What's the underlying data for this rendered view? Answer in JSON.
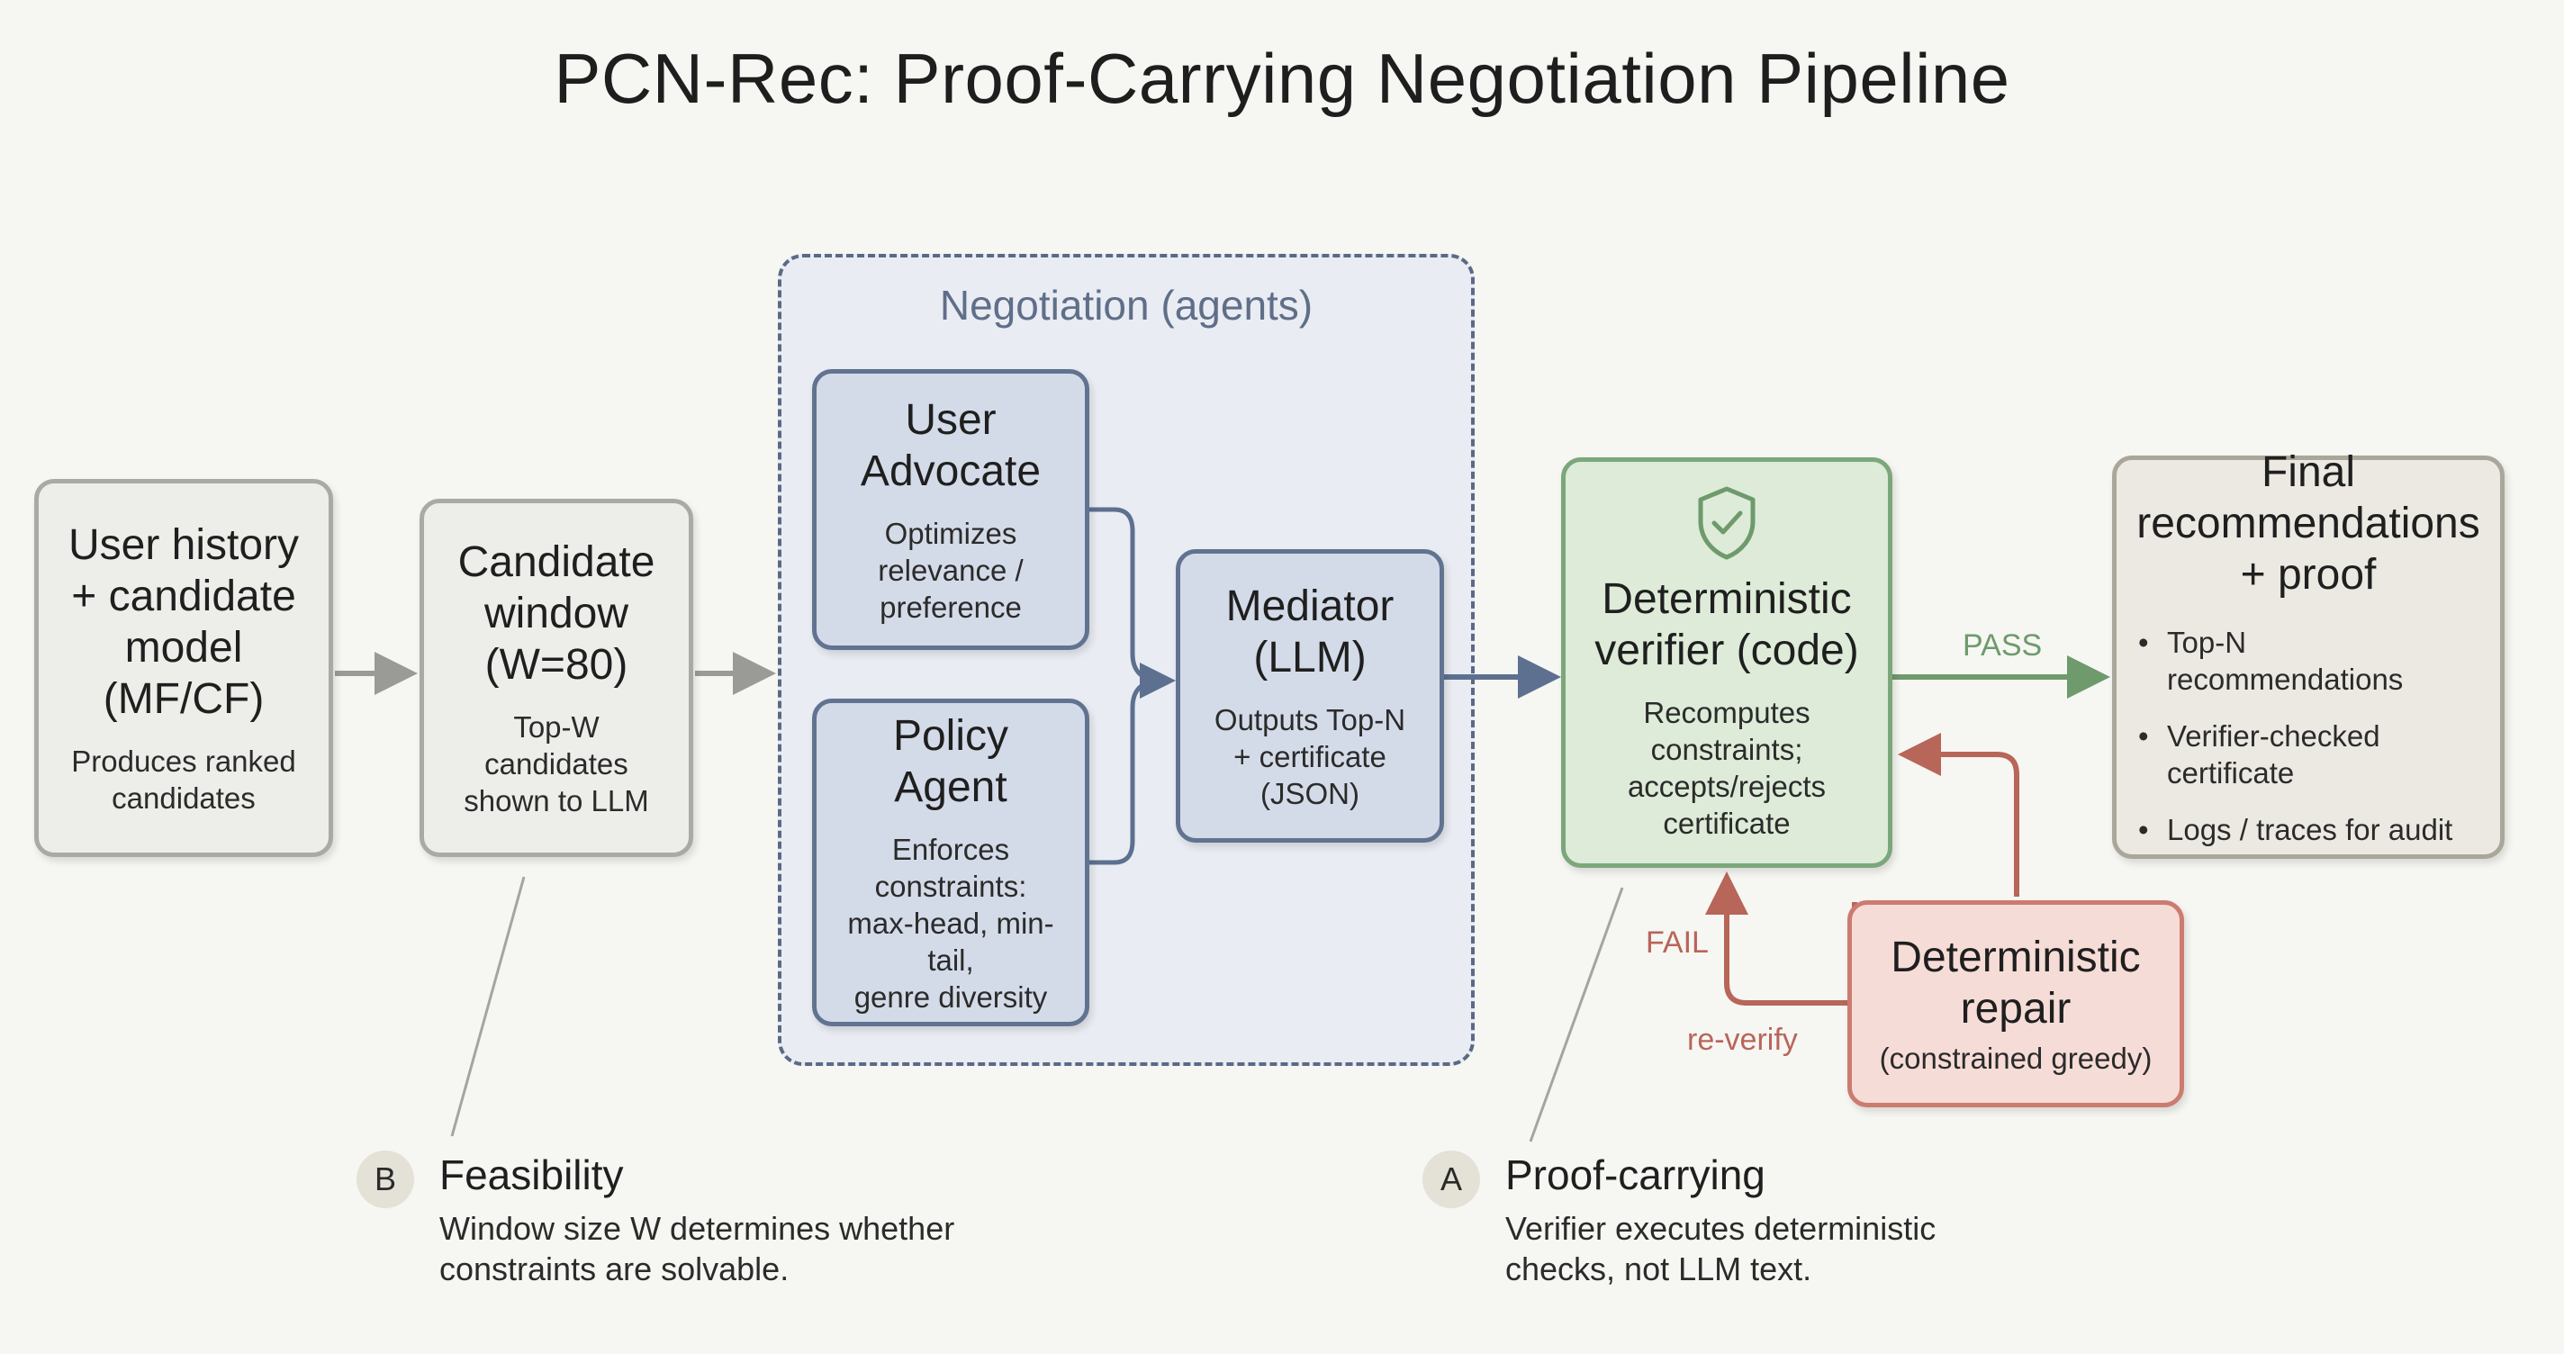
{
  "title": "PCN-Rec: Proof-Carrying Negotiation Pipeline",
  "group": {
    "title": "Negotiation (agents)"
  },
  "nodes": {
    "user_history": {
      "title": "User history\n+ candidate\nmodel\n(MF/CF)",
      "desc": "Produces ranked\ncandidates"
    },
    "candidate_window": {
      "title": "Candidate\nwindow\n(W=80)",
      "desc": "Top-W\ncandidates\nshown to LLM"
    },
    "user_advocate": {
      "title": "User\nAdvocate",
      "desc": "Optimizes\nrelevance /\npreference"
    },
    "policy_agent": {
      "title": "Policy\nAgent",
      "desc": "Enforces\nconstraints:\nmax-head, min-tail,\ngenre diversity"
    },
    "mediator": {
      "title": "Mediator\n(LLM)",
      "desc": "Outputs Top-N\n+ certificate\n(JSON)"
    },
    "verifier": {
      "title": "Deterministic\nverifier (code)",
      "desc": "Recomputes\nconstraints;\naccepts/rejects\ncertificate",
      "icon": "shield-check-icon"
    },
    "repair": {
      "title": "Deterministic\nrepair",
      "desc": "(constrained greedy)"
    },
    "final": {
      "title": "Final\nrecommendations\n+ proof",
      "bullets": [
        "Top-N recommendations",
        "Verifier-checked\ncertificate",
        "Logs / traces for audit"
      ]
    }
  },
  "edges": {
    "pass": "PASS",
    "fail": "FAIL",
    "reverify": "re-verify"
  },
  "notes": {
    "b": {
      "badge": "B",
      "title": "Feasibility",
      "body": "Window size W determines whether\nconstraints are solvable."
    },
    "a": {
      "badge": "A",
      "title": "Proof-carrying",
      "body": "Verifier executes deterministic\nchecks, not LLM text."
    }
  },
  "colors": {
    "pass": "#6e9a6c",
    "fail": "#b8655a",
    "neutral_arrow": "#9a9a96",
    "blue_arrow": "#5d7090",
    "group_border": "#5a6a86"
  }
}
